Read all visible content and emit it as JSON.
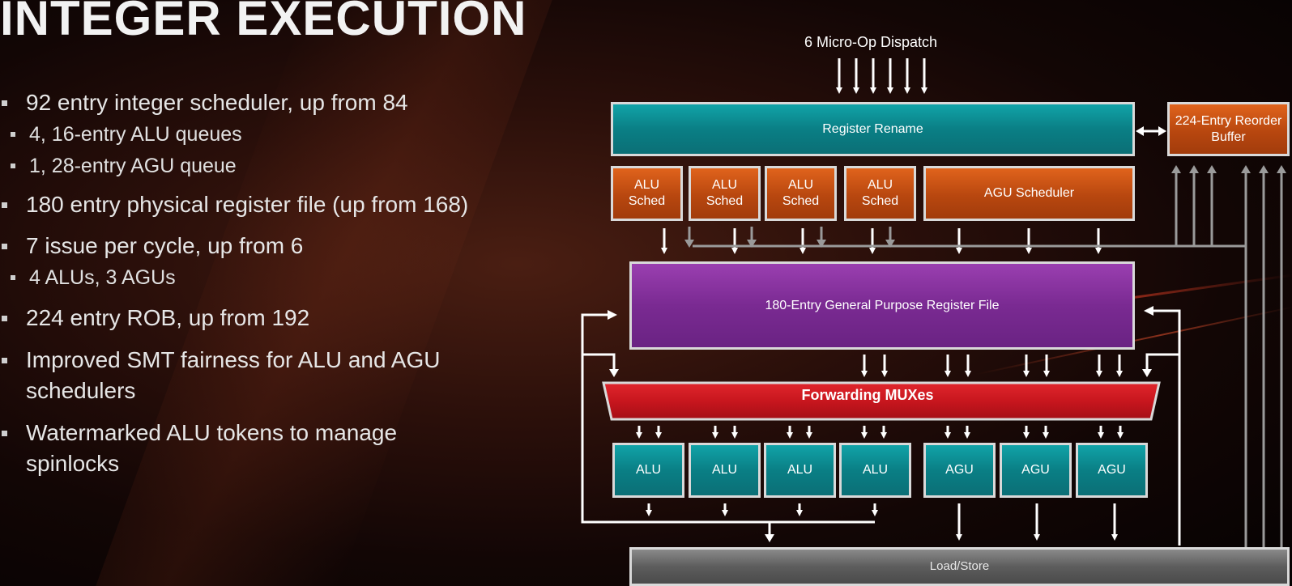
{
  "title": "INTEGER EXECUTION",
  "bullets": [
    {
      "text": "92 entry integer scheduler, up from 84",
      "sub": [
        "4, 16-entry ALU queues",
        "1, 28-entry AGU queue"
      ]
    },
    {
      "text": "180 entry physical register file (up from 168)",
      "sub": []
    },
    {
      "text": "7 issue per cycle, up from 6",
      "sub": [
        "4 ALUs, 3 AGUs"
      ]
    },
    {
      "text": "224 entry ROB, up from 192",
      "sub": []
    },
    {
      "text": "Improved SMT fairness for ALU and AGU schedulers",
      "sub": []
    },
    {
      "text": "Watermarked ALU tokens to manage spinlocks",
      "sub": []
    }
  ],
  "diagram": {
    "dispatch_label": "6 Micro-Op Dispatch",
    "register_rename": "Register Rename",
    "reorder_buffer": "224-Entry Reorder Buffer",
    "alu_sched": [
      "ALU Sched",
      "ALU Sched",
      "ALU Sched",
      "ALU Sched"
    ],
    "agu_scheduler": "AGU Scheduler",
    "register_file": "180-Entry General Purpose Register File",
    "forwarding_muxes": "Forwarding MUXes",
    "alus": [
      "ALU",
      "ALU",
      "ALU",
      "ALU"
    ],
    "agus": [
      "AGU",
      "AGU",
      "AGU"
    ],
    "load_store": "Load/Store"
  },
  "colors": {
    "teal": "#0b8a90",
    "orange": "#c0500f",
    "purple": "#7a2a92",
    "red": "#c8161e",
    "gray": "#5d5d5d",
    "arrow_white": "#ffffff",
    "arrow_gray": "#9a9a9a"
  }
}
